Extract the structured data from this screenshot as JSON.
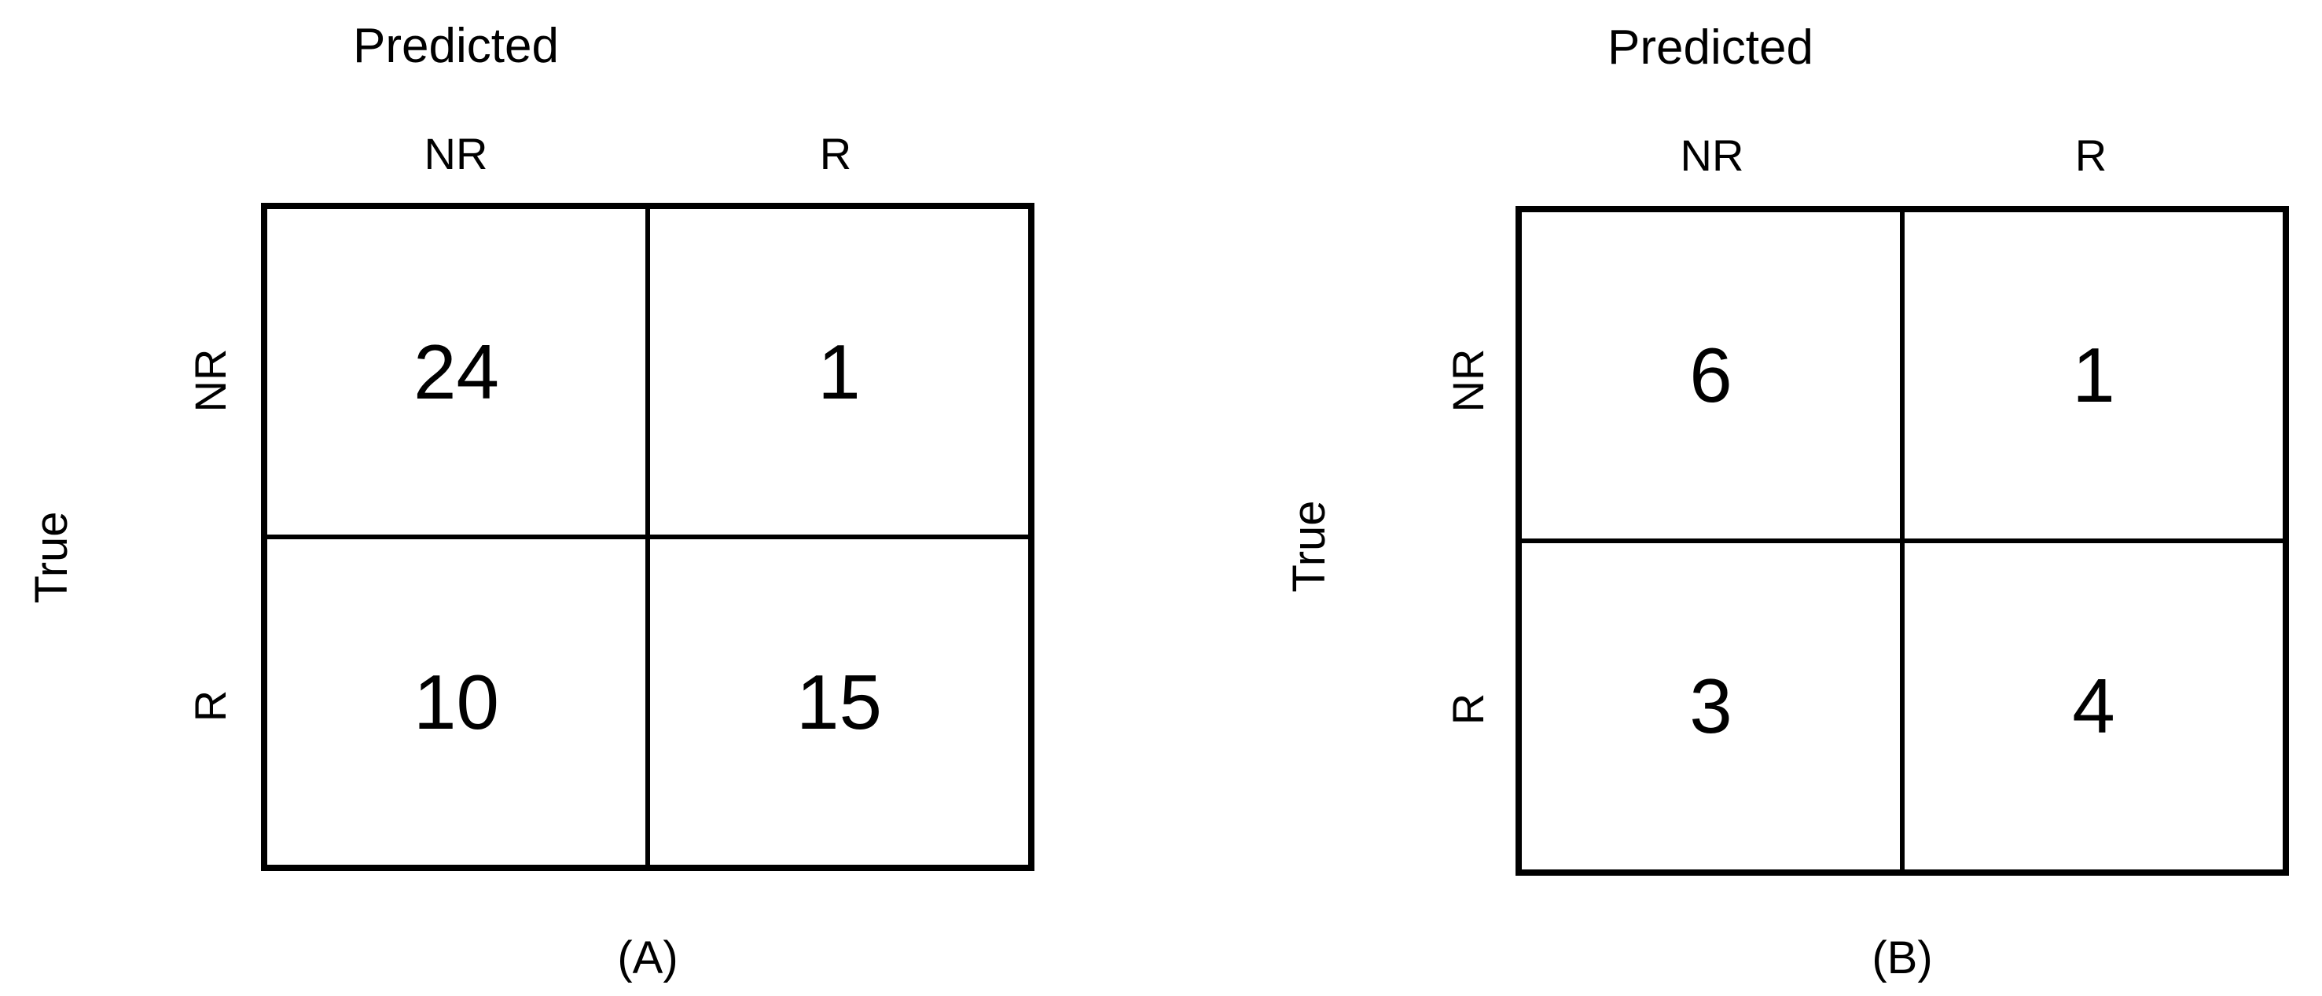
{
  "matrices": [
    {
      "caption": "(A)",
      "x_title": "Predicted",
      "y_title": "True",
      "col_labels": [
        "NR",
        "R"
      ],
      "row_labels": [
        "NR",
        "R"
      ],
      "cells": [
        [
          "24",
          "1"
        ],
        [
          "10",
          "15"
        ]
      ]
    },
    {
      "caption": "(B)",
      "x_title": "Predicted",
      "y_title": "True",
      "col_labels": [
        "NR",
        "R"
      ],
      "row_labels": [
        "NR",
        "R"
      ],
      "cells": [
        [
          "6",
          "1"
        ],
        [
          "3",
          "4"
        ]
      ]
    }
  ]
}
